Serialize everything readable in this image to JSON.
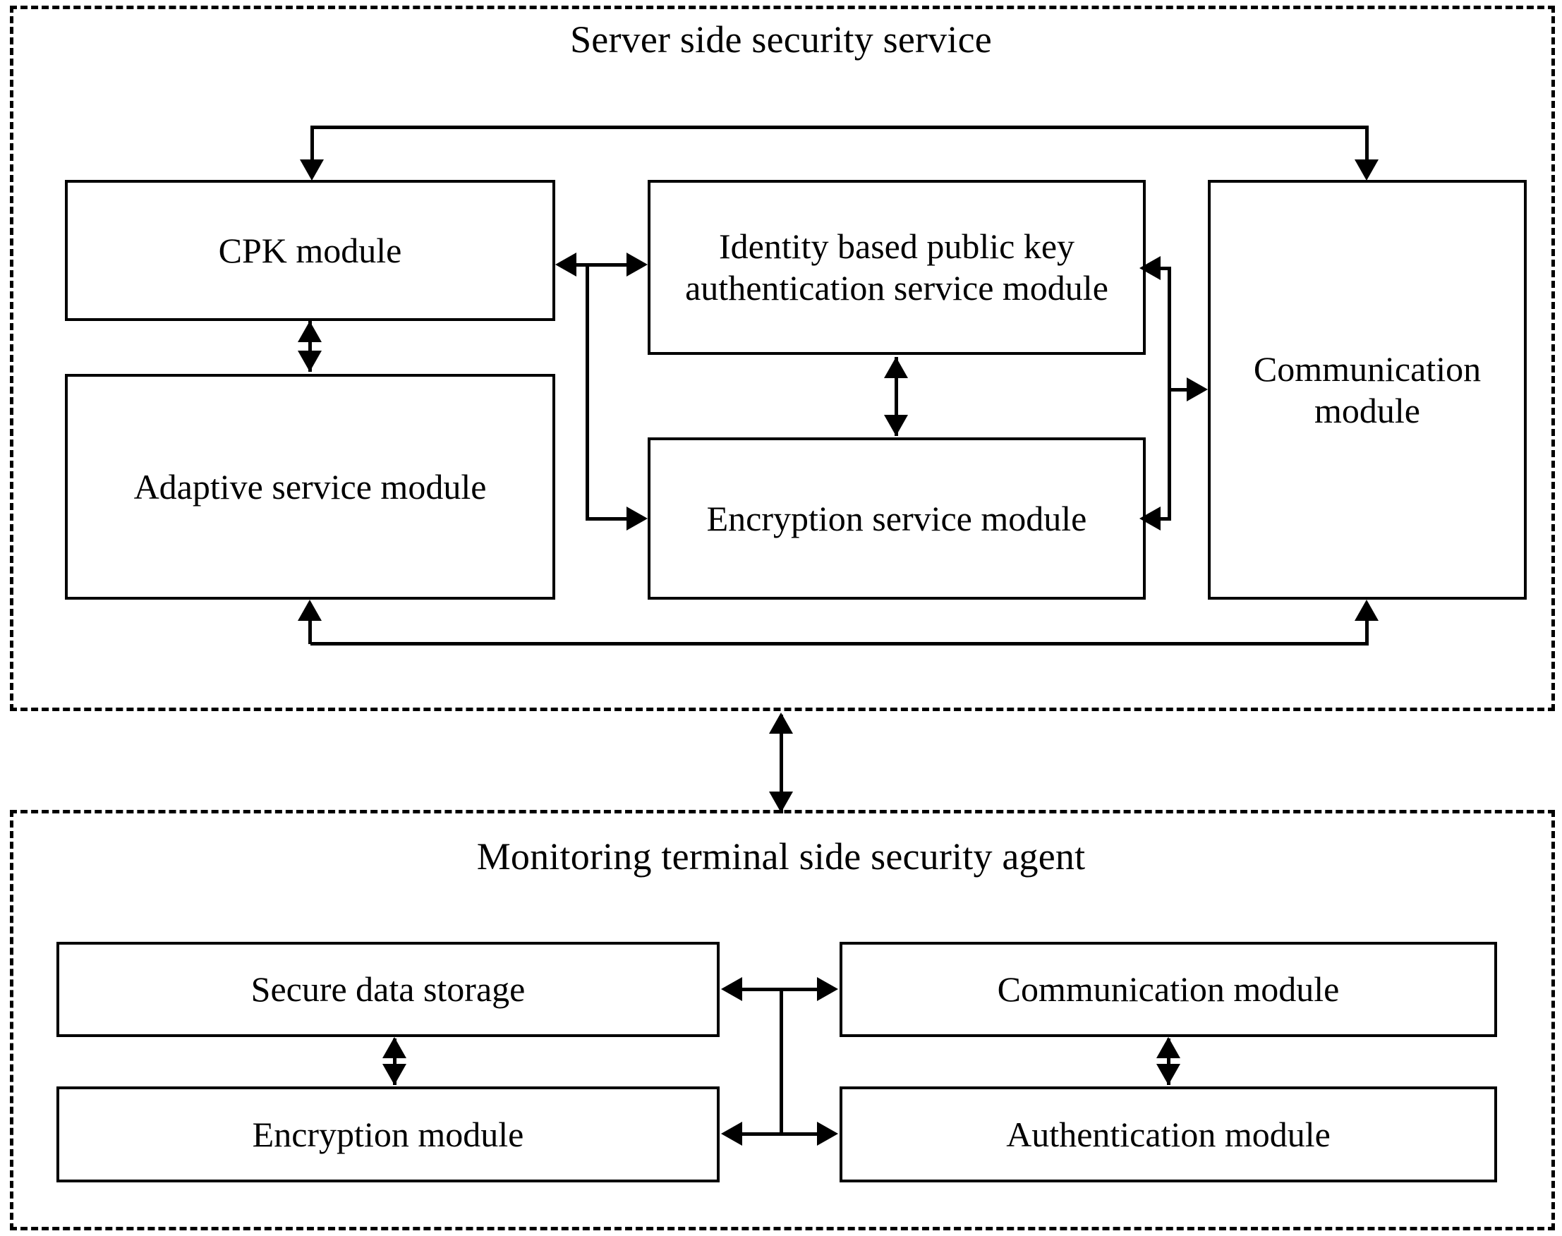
{
  "diagram": {
    "panels": [
      {
        "id": "server",
        "title": "Server side security service",
        "modules": [
          {
            "id": "cpk",
            "label": "CPK module"
          },
          {
            "id": "adaptive",
            "label": "Adaptive service module"
          },
          {
            "id": "identity",
            "label": "Identity based public key authentication service module"
          },
          {
            "id": "encryption",
            "label": "Encryption service module"
          },
          {
            "id": "communication",
            "label": "Communication module"
          }
        ]
      },
      {
        "id": "terminal",
        "title": "Monitoring terminal side security agent",
        "modules": [
          {
            "id": "secure_storage",
            "label": "Secure data storage"
          },
          {
            "id": "communication",
            "label": "Communication module"
          },
          {
            "id": "encryption",
            "label": "Encryption module"
          },
          {
            "id": "authentication",
            "label": "Authentication module"
          }
        ]
      }
    ],
    "colors": {
      "stroke": "#000000",
      "background": "#ffffff"
    }
  }
}
